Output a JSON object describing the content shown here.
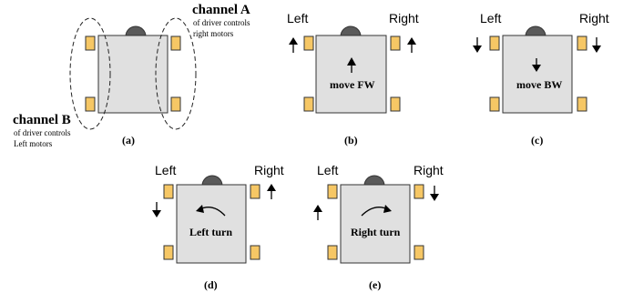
{
  "channel_a": {
    "title": "channel A",
    "line1": "of driver controls",
    "line2": "right motors"
  },
  "channel_b": {
    "title": "channel B",
    "line1": "of driver controls",
    "line2": "Left motors"
  },
  "panels": {
    "a": {
      "caption": "(a)"
    },
    "b": {
      "caption": "(b)",
      "left": "Left",
      "right": "Right",
      "action": "move FW"
    },
    "c": {
      "caption": "(c)",
      "left": "Left",
      "right": "Right",
      "action": "move BW"
    },
    "d": {
      "caption": "(d)",
      "left": "Left",
      "right": "Right",
      "action": "Left turn"
    },
    "e": {
      "caption": "(e)",
      "left": "Left",
      "right": "Right",
      "action": "Right turn"
    }
  },
  "colors": {
    "body": "#e0e0e0",
    "wheel": "#f6c765",
    "sensor": "#5a5a5a"
  }
}
